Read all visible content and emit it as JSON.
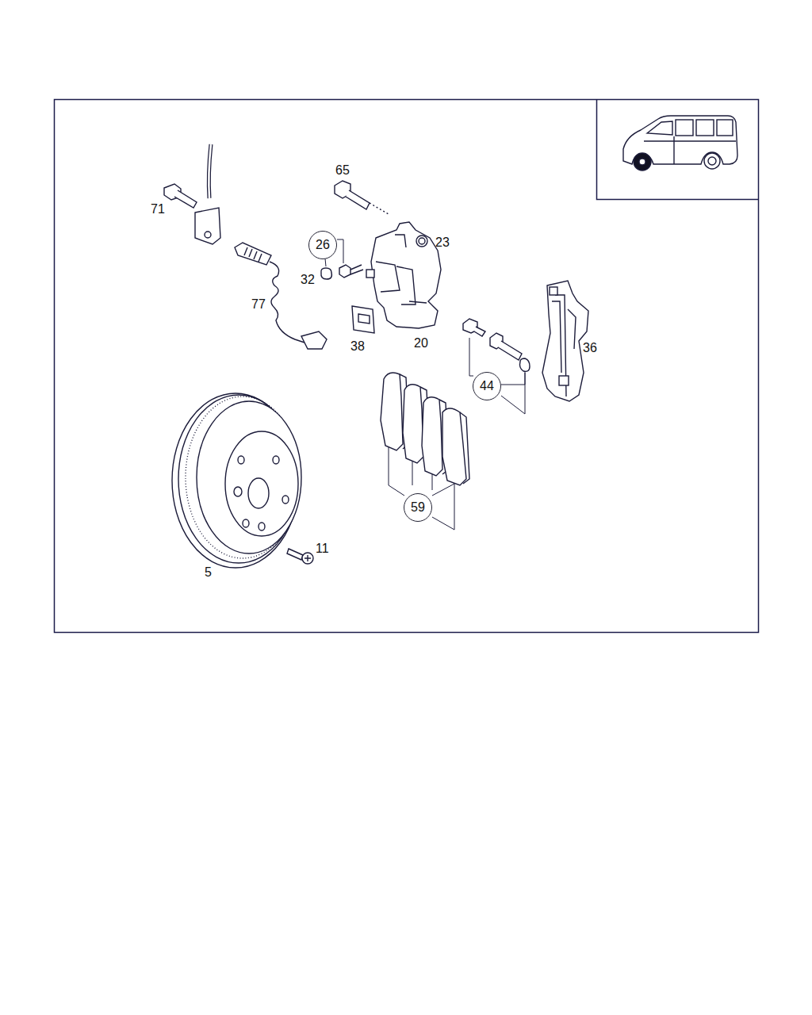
{
  "diagram": {
    "nodes": [
      {
        "text": [
          "26"
        ]
      },
      {
        "text": [
          "44"
        ]
      },
      {
        "text": [
          "59"
        ]
      }
    ],
    "edges": [],
    "labels": [
      "65",
      "71",
      "23",
      "32",
      "77",
      "38",
      "20",
      "36",
      "11",
      "5"
    ]
  }
}
